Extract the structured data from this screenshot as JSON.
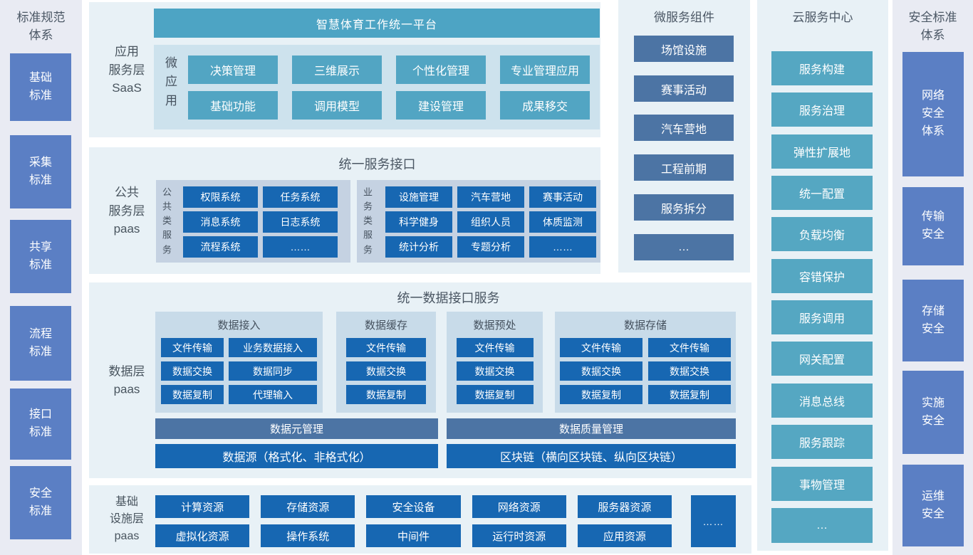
{
  "left_sidebar": {
    "title": "标准规范\n体系",
    "items": [
      "基础\n标准",
      "采集\n标准",
      "共享\n标准",
      "流程\n标准",
      "接口\n标准",
      "安全\n标准"
    ]
  },
  "app_layer": {
    "label": "应用\n服务层\nSaaS",
    "platform_title": "智慧体育工作统一平台",
    "micro_app_label": "微\n应\n用",
    "row1": [
      "决策管理",
      "三维展示",
      "个性化管理",
      "专业管理应用"
    ],
    "row2": [
      "基础功能",
      "调用模型",
      "建设管理",
      "成果移交"
    ]
  },
  "public_layer": {
    "label": "公共\n服务层\npaas",
    "title": "统一服务接口",
    "common_group": {
      "label": "公\n共\n类\n服\n务",
      "items": [
        "权限系统",
        "任务系统",
        "消息系统",
        "日志系统",
        "流程系统",
        "……"
      ]
    },
    "business_group": {
      "label": "业\n务\n类\n服\n务",
      "items": [
        "设施管理",
        "汽车营地",
        "赛事活动",
        "科学健身",
        "组织人员",
        "体质监测",
        "统计分析",
        "专题分析",
        "……"
      ]
    }
  },
  "data_layer": {
    "label": "数据层\npaas",
    "title": "统一数据接口服务",
    "access_group": {
      "title": "数据接入",
      "items": [
        "文件传输",
        "业务数据接入",
        "数据交换",
        "数据同步",
        "数据复制",
        "代理输入"
      ]
    },
    "cache_group": {
      "title": "数据缓存",
      "items": [
        "文件传输",
        "数据交换",
        "数据复制"
      ]
    },
    "preprocess_group": {
      "title": "数据预处",
      "items": [
        "文件传输",
        "数据交换",
        "数据复制"
      ]
    },
    "storage_group": {
      "title": "数据存储",
      "items": [
        "文件传输",
        "文件传输",
        "数据交换",
        "数据交换",
        "数据复制",
        "数据复制"
      ]
    },
    "meta_bar": "数据元管理",
    "quality_bar": "数据质量管理",
    "source_bar": "数据源（格式化、非格式化）",
    "blockchain_bar": "区块链（横向区块链、纵向区块链）"
  },
  "infra_layer": {
    "label": "基础\n设施层\npaas",
    "row1": [
      "计算资源",
      "存储资源",
      "安全设备",
      "网络资源",
      "服务器资源"
    ],
    "row2": [
      "虚拟化资源",
      "操作系统",
      "中间件",
      "运行时资源",
      "应用资源"
    ],
    "more": "……"
  },
  "microservices": {
    "title": "微服务组件",
    "items": [
      "场馆设施",
      "赛事活动",
      "汽车营地",
      "工程前期",
      "服务拆分",
      "…"
    ]
  },
  "cloud_center": {
    "title": "云服务中心",
    "items": [
      "服务构建",
      "服务治理",
      "弹性扩展地",
      "统一配置",
      "负载均衡",
      "容错保护",
      "服务调用",
      "网关配置",
      "消息总线",
      "服务跟踪",
      "事物管理",
      "…"
    ]
  },
  "right_sidebar": {
    "title": "安全标准\n体系",
    "items": [
      "网络\n安全\n体系",
      "传输\n安全",
      "存储\n安全",
      "实施\n安全",
      "运维\n安全"
    ]
  },
  "colors": {
    "teal": "#52a5c3",
    "dark_blue": "#1767b2",
    "slate_blue": "#4c74a4",
    "periwinkle_blue": "#5b7fc4",
    "panel_bg": "#e8f1f6",
    "sidebar_bg": "#e9ebf3"
  }
}
